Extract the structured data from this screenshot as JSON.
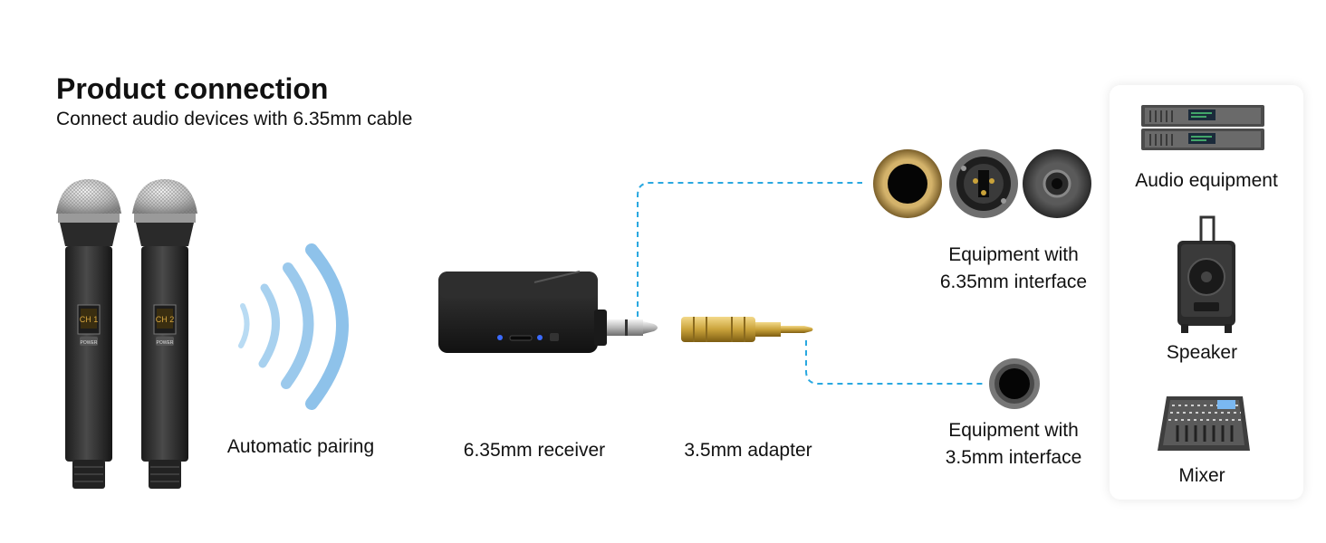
{
  "header": {
    "title": "Product connection",
    "subtitle": "Connect audio devices with 6.35mm cable"
  },
  "labels": {
    "pairing": "Automatic pairing",
    "receiver": "6.35mm receiver",
    "adapter": "3.5mm adapter",
    "equip_635_line1": "Equipment with",
    "equip_635_line2": "6.35mm interface",
    "equip_35_line1": "Equipment with",
    "equip_35_line2": "3.5mm interface"
  },
  "sidebar": {
    "items": [
      {
        "label": "Audio equipment",
        "icon": "amplifier-icon"
      },
      {
        "label": "Speaker",
        "icon": "speaker-icon"
      },
      {
        "label": "Mixer",
        "icon": "mixer-icon"
      }
    ]
  },
  "microphones": [
    {
      "channel": "CH 1",
      "button": "POWER"
    },
    {
      "channel": "CH 2",
      "button": "POWER"
    }
  ],
  "colors": {
    "dashed_line": "#2aa8e0",
    "wave": "#9cc9ec",
    "gold": "#c9a23a"
  }
}
